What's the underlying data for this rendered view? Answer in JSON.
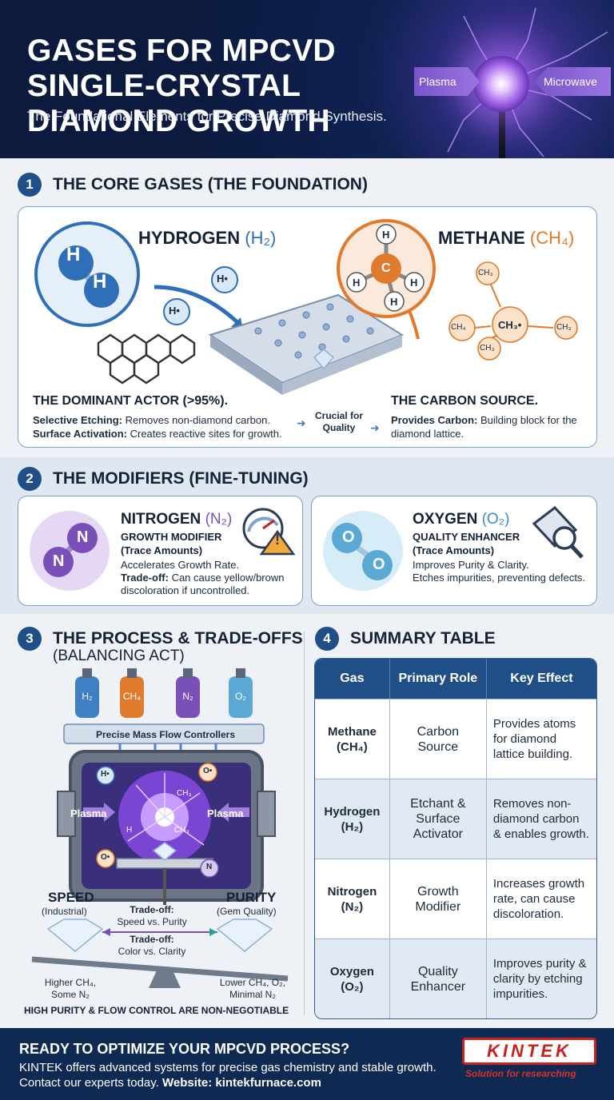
{
  "header": {
    "title": "GASES FOR MPCVD SINGLE-CRYSTAL DIAMOND GROWTH",
    "subtitle": "The Foundational Elements for Precise Diamond Synthesis.",
    "plasma_label": "Plasma",
    "microwave_label": "Microwave"
  },
  "section1": {
    "number": "1",
    "title": "THE CORE GASES (THE FOUNDATION)",
    "hydrogen": {
      "label": "HYDROGEN",
      "formula": "(H₂)",
      "atom": "H",
      "radical": "H•",
      "heading": "THE DOMINANT ACTOR (>95%).",
      "point1_key": "Selective Etching:",
      "point1_text": " Removes non-diamond carbon.",
      "point2_key": "Surface Activation:",
      "point2_text": " Creates reactive sites for growth."
    },
    "link_text": "Crucial for Quality",
    "methane": {
      "label": "METHANE",
      "formula": "(CH₄)",
      "center_atom": "C",
      "atom": "H",
      "radicals": [
        "CH₃",
        "CH₄",
        "CH₃•",
        "CH₃",
        "CH₃"
      ],
      "heading": "THE CARBON SOURCE.",
      "point_key": "Provides Carbon:",
      "point_text": " Building block for the diamond lattice."
    }
  },
  "section2": {
    "number": "2",
    "title": "THE MODIFIERS (FINE-TUNING)",
    "nitrogen": {
      "name": "NITROGEN",
      "formula": "(N₂)",
      "atom": "N",
      "role": "GROWTH MODIFIER",
      "amount": "(Trace Amounts)",
      "line1": "Accelerates Growth Rate.",
      "tradeoff_key": "Trade-off:",
      "tradeoff_text": " Can cause yellow/brown discoloration if uncontrolled.",
      "warning_symbol": "!"
    },
    "oxygen": {
      "name": "OXYGEN",
      "formula": "(O₂)",
      "atom": "O",
      "role": "QUALITY ENHANCER",
      "amount": "(Trace Amounts)",
      "line1": "Improves Purity & Clarity.",
      "line2": "Etches impurities, preventing defects."
    }
  },
  "section3": {
    "number": "3",
    "title": "THE PROCESS & TRADE-OFFS",
    "title_sub": "(BALANCING ACT)",
    "cylinders": [
      "H₂",
      "CH₄",
      "N₂",
      "O₂"
    ],
    "cylinder_colors": [
      "#3f7fc2",
      "#e07a2c",
      "#7a4fb8",
      "#5aa8d4"
    ],
    "mfc_label": "Precise Mass Flow Controllers",
    "plasma_left": "Plasma",
    "plasma_right": "Plasma",
    "species": [
      "H•",
      "O•",
      "CH₃",
      "H",
      "CH₃",
      "O•",
      "N"
    ],
    "speed_label": "SPEED",
    "speed_sub": "(Industrial)",
    "purity_label": "PURITY",
    "purity_sub": "(Gem Quality)",
    "tradeoff1_key": "Trade-off:",
    "tradeoff1_text": "Speed vs. Purity",
    "tradeoff2_key": "Trade-off:",
    "tradeoff2_text": "Color vs. Clarity",
    "left_recipe_1": "Higher CH₄,",
    "left_recipe_2": "Some N₂",
    "right_recipe_1": "Lower CH₄, O₂,",
    "right_recipe_2": "Minimal N₂",
    "bottom_note": "HIGH PURITY & FLOW CONTROL ARE NON-NEGOTIABLE"
  },
  "section4": {
    "number": "4",
    "title": "SUMMARY TABLE",
    "headers": [
      "Gas",
      "Primary Role",
      "Key Effect"
    ],
    "rows": [
      {
        "gas": "Methane",
        "formula": "(CH₄)",
        "role": "Carbon Source",
        "effect": "Provides atoms for diamond lattice building."
      },
      {
        "gas": "Hydrogen",
        "formula": "(H₂)",
        "role": "Etchant & Surface Activator",
        "effect": "Removes non-diamond carbon & enables growth."
      },
      {
        "gas": "Nitrogen",
        "formula": "(N₂)",
        "role": "Growth Modifier",
        "effect": "Increases growth rate, can cause discoloration."
      },
      {
        "gas": "Oxygen",
        "formula": "(O₂)",
        "role": "Quality Enhancer",
        "effect": "Improves purity & clarity by etching impurities."
      }
    ]
  },
  "footer": {
    "title": "READY TO OPTIMIZE YOUR MPCVD PROCESS?",
    "line1": "KINTEK offers advanced systems for precise gas chemistry and stable growth.",
    "line2_prefix": "Contact our experts today. ",
    "line2_link": "Website: kintekfurnace.com",
    "logo": "KINTEK",
    "tagline": "Solution for researching"
  },
  "colors": {
    "header_bg": "#0c1a3e",
    "accent_blue": "#1f4f86",
    "hydrogen_blue": "#2f6fb8",
    "methane_orange": "#e07a2c",
    "nitrogen_purple": "#7a4fb8",
    "oxygen_blue": "#5aa8d4",
    "brand_red": "#c9211e"
  }
}
